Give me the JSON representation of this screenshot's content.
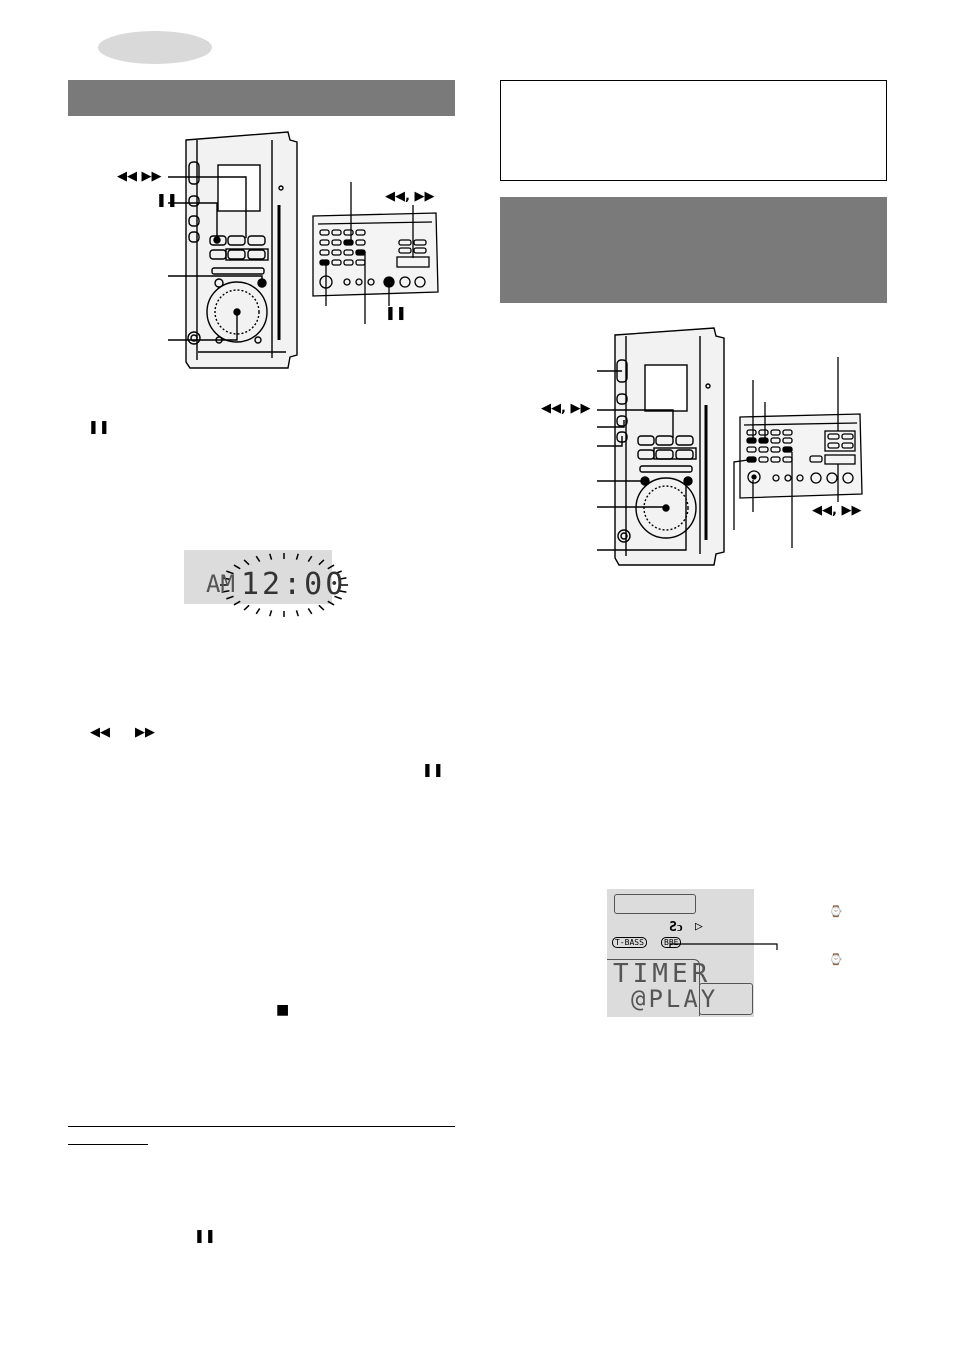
{
  "symbols": {
    "pause": "❚❚",
    "rew_ff": "◀◀ ▶▶",
    "rew_ff_comma": "◀◀, ▶▶",
    "rew": "◀◀",
    "ff": "▶▶",
    "stop": "■",
    "clock": "⌚"
  },
  "clock_display": {
    "prefix": "AM",
    "time": "12:00"
  },
  "timer_display": {
    "indicator_tbass": "T-BASS",
    "indicator_bbe": "BBE",
    "indicator_repeat": "Ƨↄ",
    "indicator_play": "▷",
    "line1": "TIMER",
    "line2": "@PLAY"
  },
  "colors": {
    "header_bar": "#7a7a7a",
    "pill": "#d9d9d9",
    "lcd_bg": "#dcdcdc"
  }
}
